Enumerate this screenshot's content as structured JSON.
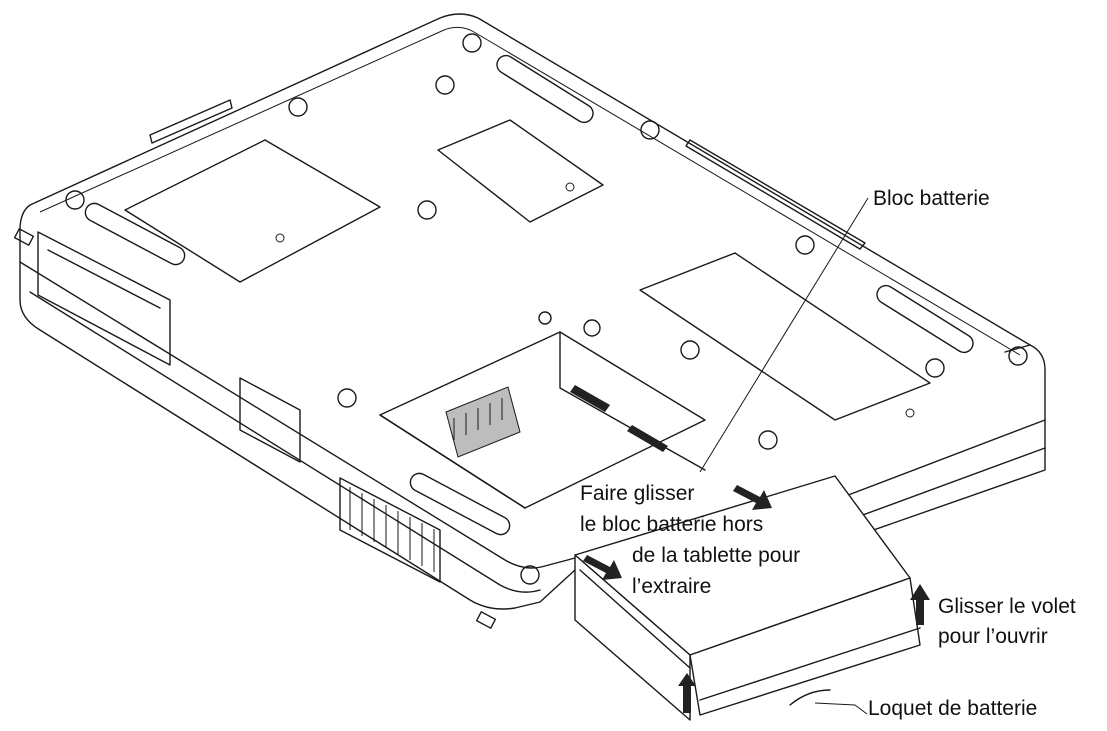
{
  "labels": {
    "battery_pack": "Bloc batterie",
    "slide_instruction_1": "Faire glisser",
    "slide_instruction_2": "le bloc batterie hors",
    "slide_instruction_3": "de la tablette pour",
    "slide_instruction_4": "l’extraire",
    "cover_instruction_1": "Glisser le volet",
    "cover_instruction_2": "pour l’ouvrir",
    "battery_latch": "Loquet de batterie"
  }
}
